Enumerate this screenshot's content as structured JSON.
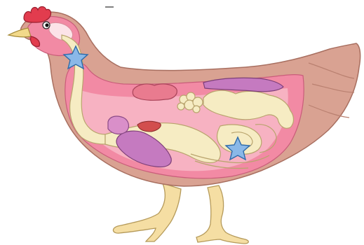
{
  "figure": {
    "subject": "hen",
    "view": "side",
    "facing": "left",
    "markers": [
      {
        "kind": "star",
        "location": "neck"
      },
      {
        "kind": "star",
        "location": "abdomen"
      }
    ],
    "palette": {
      "plumage": "#d9a292",
      "plumage_outline": "#a86f60",
      "body_cavity": "#f28aa4",
      "body_cavity_light": "#f7b2c2",
      "organ_cream": "#f6ecc3",
      "organ_outline": "#b9a46d",
      "crop_pink": "#e97b8f",
      "muscle_purple": "#c57ac0",
      "comb_red": "#e23c4e",
      "beak_yellow": "#f2d98a",
      "legs": "#f5dea3",
      "star_blue": "#8ab8e8",
      "star_outline": "#2e6aa8"
    }
  }
}
